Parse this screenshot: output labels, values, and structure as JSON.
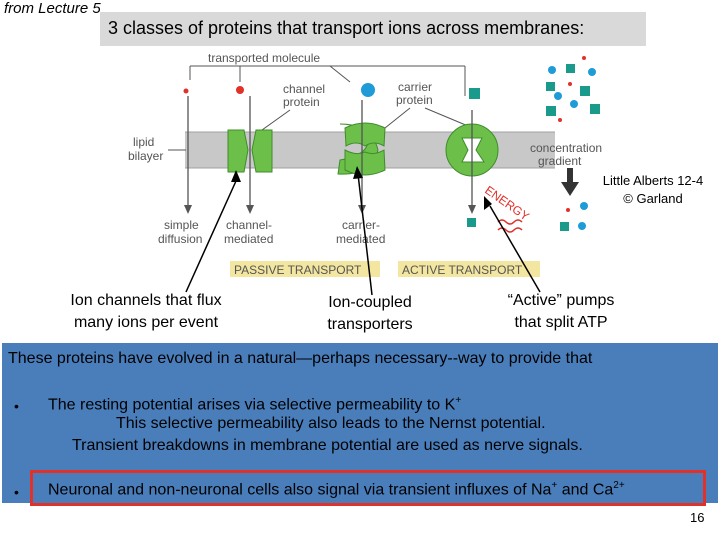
{
  "header": {
    "lecture": "from Lecture 5",
    "title": "3 classes of proteins that transport ions across membranes:"
  },
  "diagram": {
    "labels": {
      "transported_molecule": "transported molecule",
      "channel_protein_1": "channel",
      "channel_protein_2": "protein",
      "carrier_protein_1": "carrier",
      "carrier_protein_2": "protein",
      "lipid_bilayer_1": "lipid",
      "lipid_bilayer_2": "bilayer",
      "concentration_gradient_1": "concentration",
      "concentration_gradient_2": "gradient",
      "energy": "ENERGY",
      "simple_diffusion_1": "simple",
      "simple_diffusion_2": "diffusion",
      "channel_mediated_1": "channel-",
      "channel_mediated_2": "mediated",
      "carrier_mediated_1": "carrier-",
      "carrier_mediated_2": "mediated",
      "passive_transport": "PASSIVE TRANSPORT",
      "active_transport": "ACTIVE TRANSPORT"
    },
    "credit_line1": "Little Alberts 12-4",
    "credit_line2": "© Garland",
    "colors": {
      "membrane": "#c8c8c8",
      "protein": "#6cc04a",
      "molecule_blue": "#1f9bd7",
      "molecule_teal": "#1a9a8a",
      "molecule_red": "#e0312b",
      "transport_band": "#f3e6a0"
    }
  },
  "captions": {
    "ion_channels_line1": "Ion channels that flux",
    "ion_channels_line2": "many ions per event",
    "ion_coupled_line1": "Ion-coupled",
    "ion_coupled_line2": "transporters",
    "pumps_line1": "“Active” pumps",
    "pumps_line2": "that split ATP"
  },
  "summary": {
    "heading": "These proteins have evolved in a natural—perhaps necessary--way to provide that",
    "bullet1_line1": "The resting potential arises via selective permeability to K",
    "bullet1_sup": "+",
    "bullet1_line2": "This selective permeability also leads to the Nernst potential.",
    "bullet1_line3": "Transient breakdowns in membrane potential are used as nerve signals.",
    "bullet2_a": "Neuronal and non-neuronal cells also signal via transient influxes of Na",
    "bullet2_sup1": "+",
    "bullet2_b": " and Ca",
    "bullet2_sup2": "2+",
    "bullet_char": "•"
  },
  "page_number": "16"
}
